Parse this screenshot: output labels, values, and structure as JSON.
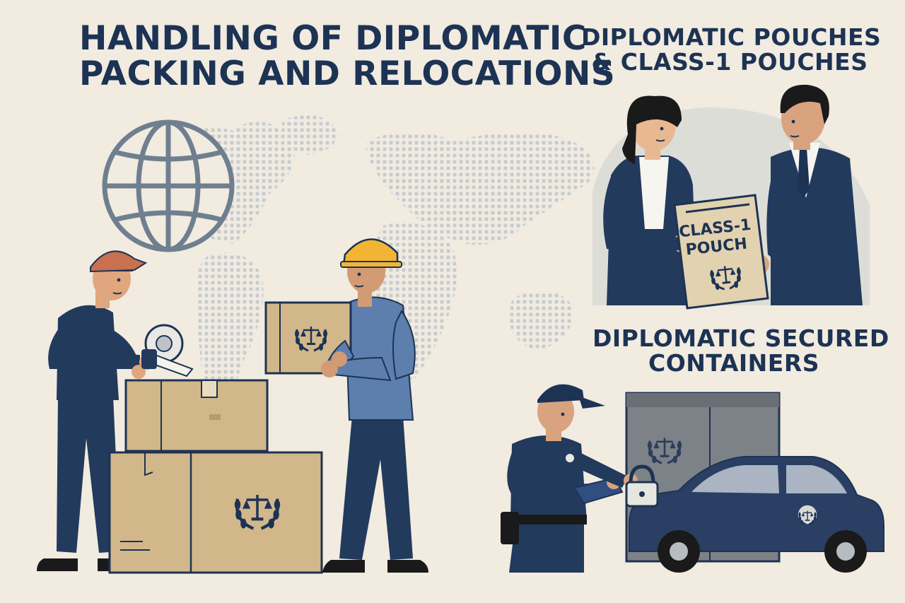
{
  "headings": {
    "main_title_line1": "HANDLING OF DIPLOMATIC",
    "main_title_line2": "PACKING AND RELOCATIONS",
    "pouches_line1": "DIPLOMATIC POUCHES",
    "pouches_line2": "& CLASS-1 POUCHES",
    "containers_line1": "DIPLOMATIC SECURED",
    "containers_line2": "CONTAINERS"
  },
  "pouch_label": {
    "line1": "CLASS-1",
    "line2": "POUCH"
  },
  "icons": [
    "globe-icon",
    "world-map",
    "scales-emblem-icon",
    "tape-dispenser-icon",
    "padlock-icon"
  ],
  "colors": {
    "background": "#f1ebe0",
    "navy": "#1d3354",
    "cardboard": "#d2b78a",
    "worker_blue": "#5d7fae",
    "hard_hat": "#f2b533",
    "cap": "#c8704f",
    "container_gray": "#7d8288",
    "map_dots": "#c7ccd1"
  }
}
